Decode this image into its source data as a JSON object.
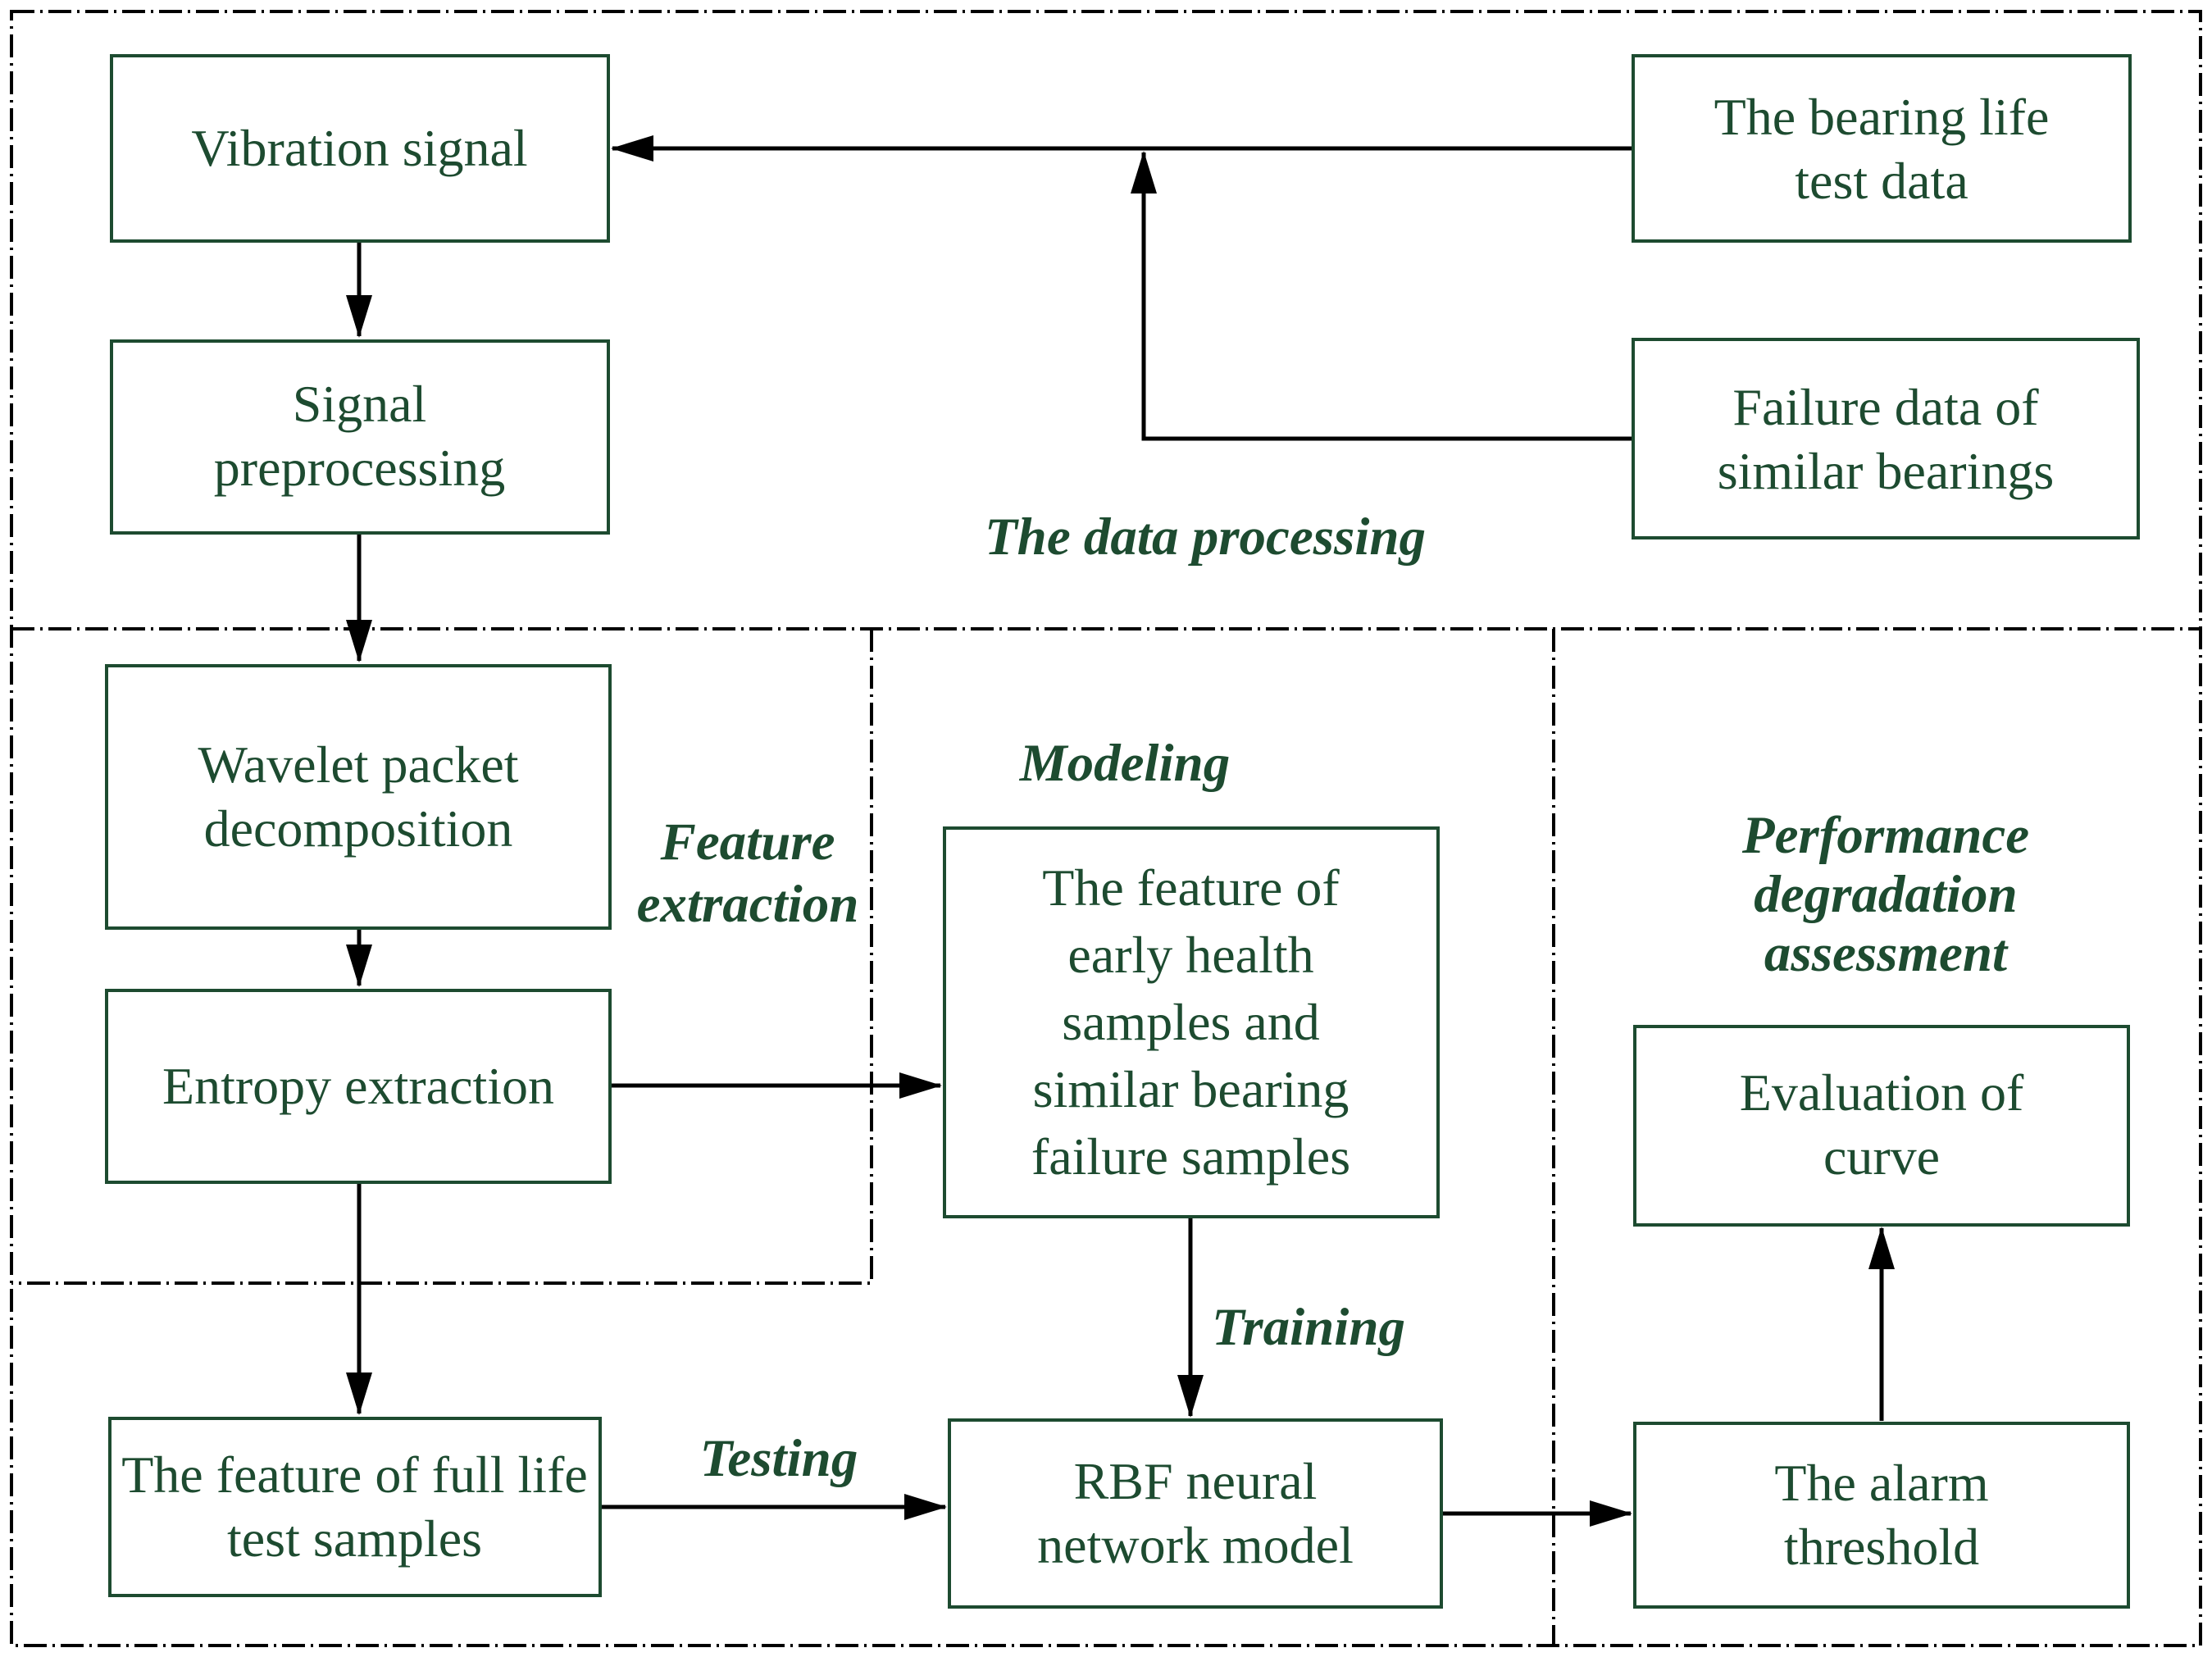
{
  "diagram": {
    "type": "flowchart",
    "background": "#ffffff",
    "colors": {
      "node_border": "#1d4b30",
      "node_text": "#1d4b30",
      "region_label_text": "#1d4b30",
      "connector_line": "#000000",
      "region_border": "#000000"
    },
    "regions": {
      "data_processing": {
        "label": "The data processing"
      },
      "feature_extraction": {
        "label": "Feature extraction"
      },
      "modeling": {
        "label": "Modeling"
      },
      "performance": {
        "label": "Performance degradation assessment"
      }
    },
    "nodes": {
      "vibration": {
        "label": "Vibration signal"
      },
      "bearing_life": {
        "label": "The bearing life test data"
      },
      "signal_preprocessing": {
        "label": "Signal preprocessing"
      },
      "failure_data": {
        "label": "Failure data of similar bearings"
      },
      "wavelet": {
        "label": "Wavelet packet decomposition"
      },
      "entropy": {
        "label": "Entropy extraction"
      },
      "early_health": {
        "label": "The feature of early health samples and similar bearing failure samples"
      },
      "full_life": {
        "label": "The feature of full life test samples"
      },
      "rbf": {
        "label": "RBF neural network model"
      },
      "evaluation": {
        "label": "Evaluation of curve"
      },
      "alarm": {
        "label": "The alarm threshold"
      }
    },
    "edge_labels": {
      "training": "Training",
      "testing": "Testing"
    },
    "edges": [
      {
        "from": "bearing_life",
        "to": "vibration"
      },
      {
        "from": "failure_data",
        "to": "vibration"
      },
      {
        "from": "vibration",
        "to": "signal_preprocessing"
      },
      {
        "from": "signal_preprocessing",
        "to": "wavelet"
      },
      {
        "from": "wavelet",
        "to": "entropy"
      },
      {
        "from": "entropy",
        "to": "early_health"
      },
      {
        "from": "entropy",
        "to": "full_life"
      },
      {
        "from": "early_health",
        "to": "rbf",
        "label": "Training"
      },
      {
        "from": "full_life",
        "to": "rbf",
        "label": "Testing"
      },
      {
        "from": "rbf",
        "to": "alarm"
      },
      {
        "from": "alarm",
        "to": "evaluation"
      }
    ]
  }
}
